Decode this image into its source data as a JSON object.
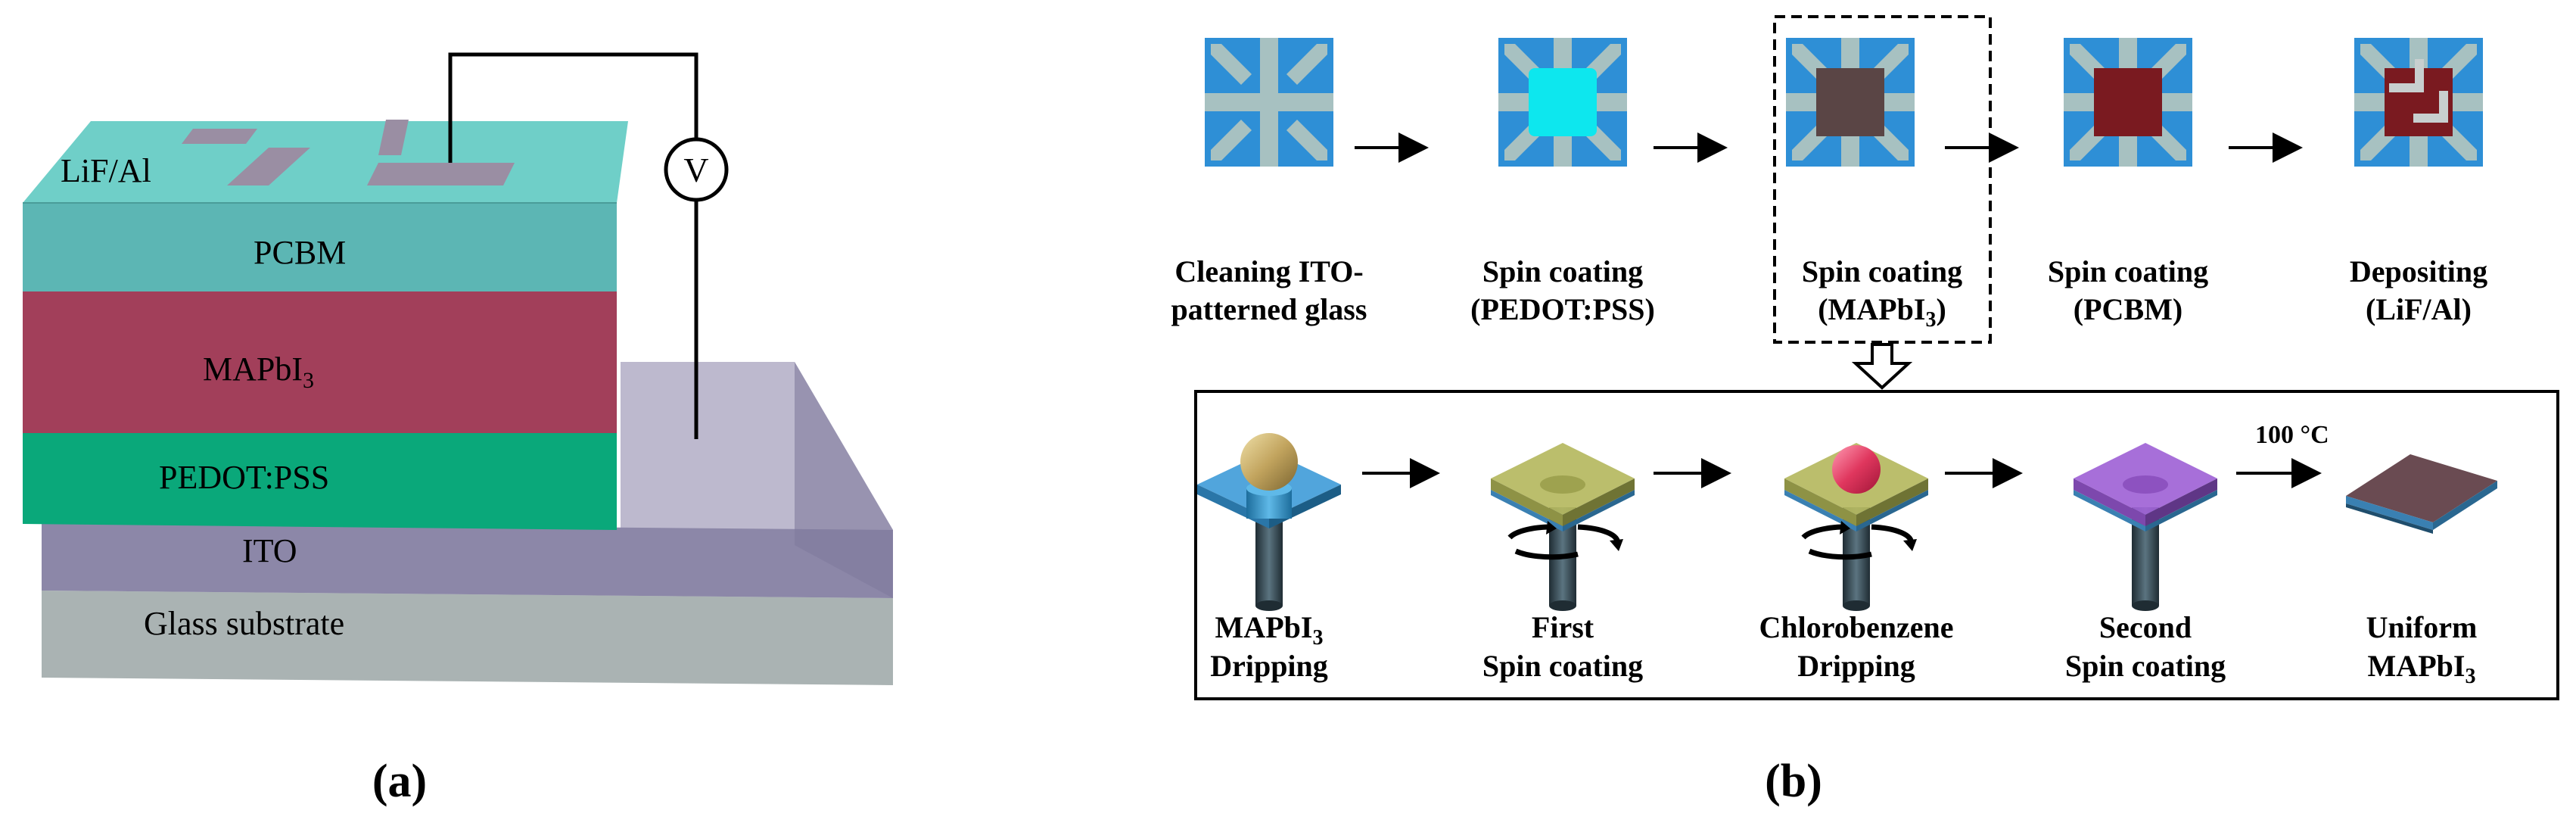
{
  "panel_a": {
    "label": "(a)",
    "layers": {
      "electrode": "LiF/Al",
      "pcbm": "PCBM",
      "perovskite": "MAPbI",
      "perovskite_sub": "3",
      "pedot": "PEDOT:PSS",
      "ito": "ITO",
      "glass": "Glass substrate"
    },
    "voltmeter": "V",
    "colors": {
      "electrode_layer": "#6fcfc8",
      "pcbm": "#5cb6b4",
      "perovskite": "#a23f5a",
      "pedot": "#0aa87a",
      "ito": "#8c87a8",
      "glass": "#aab3b3",
      "contacts": "#9a8ea3"
    }
  },
  "panel_b": {
    "label": "(b)",
    "top_steps": [
      {
        "line1": "Cleaning ITO-",
        "line2": "patterned glass"
      },
      {
        "line1": "Spin coating",
        "line2": "(PEDOT:PSS)"
      },
      {
        "line1": "Spin coating",
        "line2a": "(MAPbI",
        "line2_sub": "3",
        "line2b": ")"
      },
      {
        "line1": "Spin coating",
        "line2": "(PCBM)"
      },
      {
        "line1": "Depositing",
        "line2": "(LiF/Al)"
      }
    ],
    "bottom_steps": [
      {
        "line1a": "MAPbI",
        "line1_sub": "3",
        "line2": "Dripping"
      },
      {
        "line1": "First",
        "line2": "Spin coating"
      },
      {
        "line1": "Chlorobenzene",
        "line2": "Dripping"
      },
      {
        "line1": "Second",
        "line2": "Spin coating"
      },
      {
        "line1": "Uniform",
        "line2a": "MAPbI",
        "line2_sub": "3"
      }
    ],
    "anneal_label": "100 °C",
    "colors": {
      "substrate_blue": "#2e8fd6",
      "ito_stripe": "#a7c1c1",
      "pedot": "#0de7ee",
      "perovskite_dark": "#5a4545",
      "pcbm_red": "#7a1a20",
      "olive_film": "#b5b860",
      "purple_film": "#a063d6",
      "droplet_gold": "#c2a45e",
      "droplet_red": "#e0375e"
    }
  }
}
